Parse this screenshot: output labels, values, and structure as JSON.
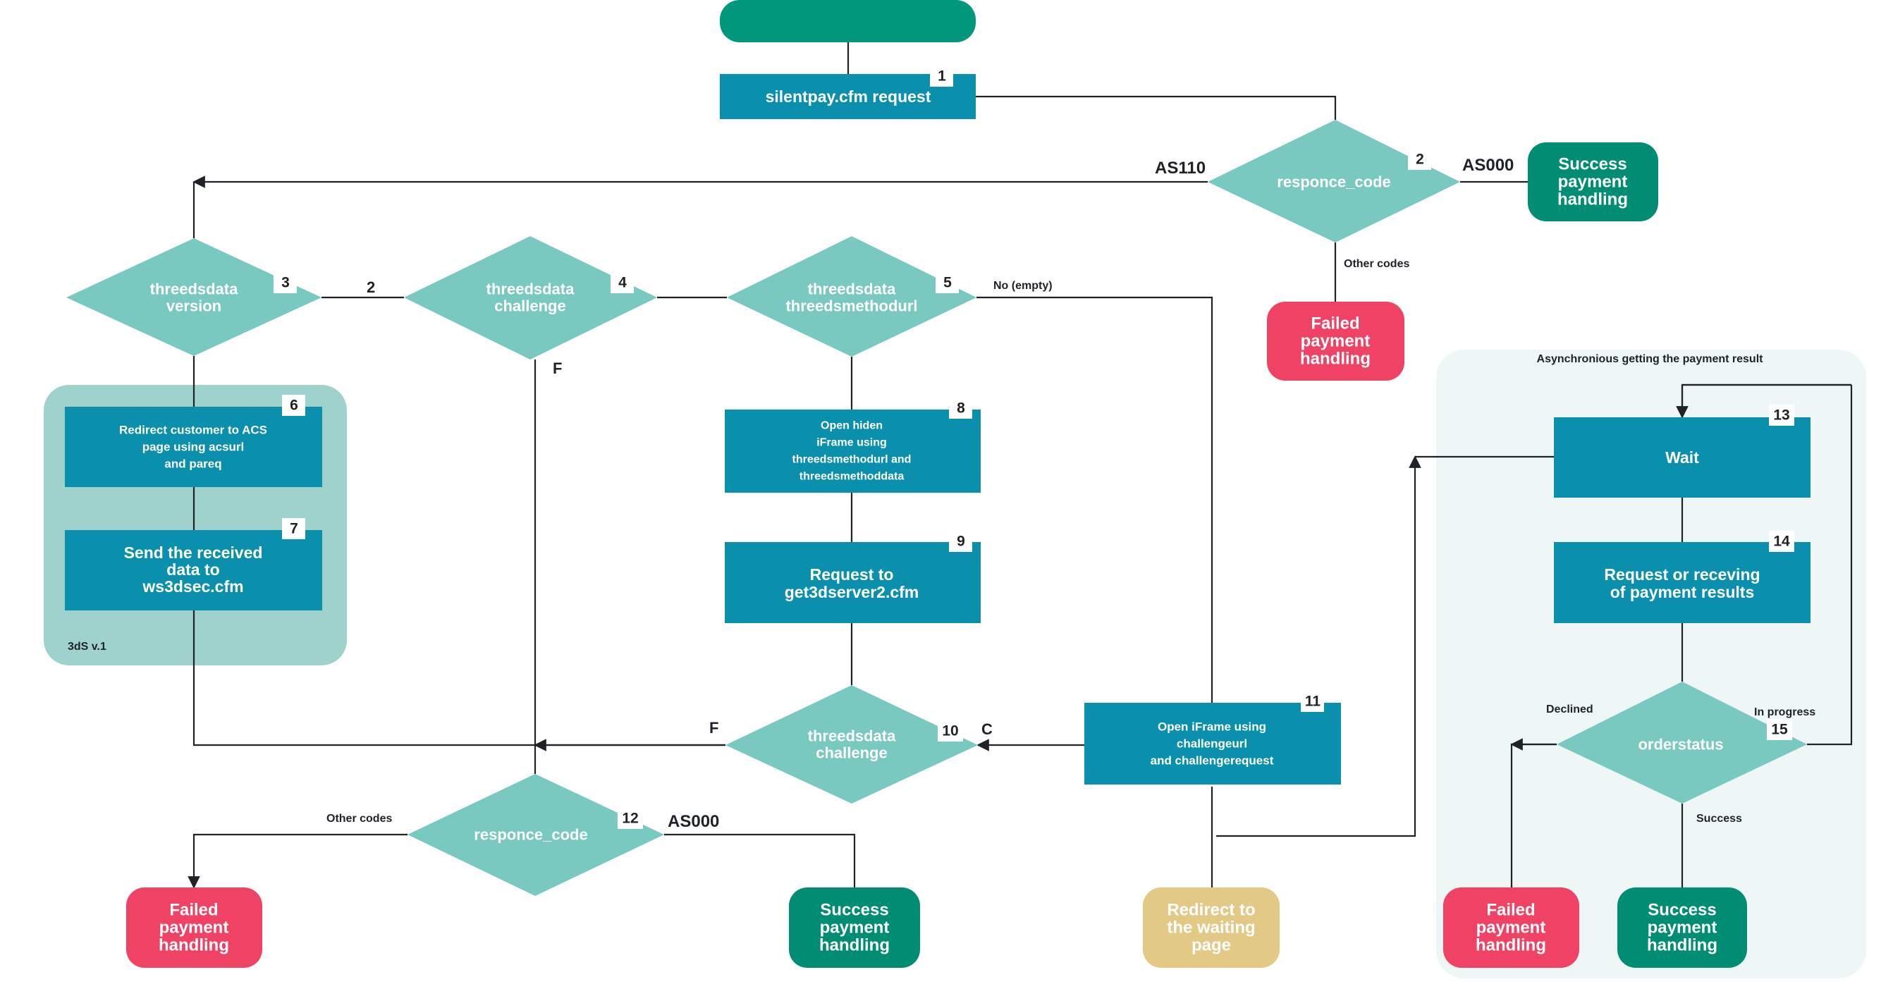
{
  "colors": {
    "process": "#0a8fad",
    "decision": "#79c9c1",
    "start": "#00977c",
    "success": "#008d73",
    "failed": "#ef4265",
    "waiting": "#e2c986",
    "group_3ds": "#9fd2cc",
    "group_async": "#eef7f5",
    "line": "#1f2328"
  },
  "steps": {
    "s1": {
      "text": "silentpay.cfm request",
      "num": "1"
    },
    "s2": {
      "text": "responce_code",
      "num": "2"
    },
    "s3": {
      "line1": "threedsdata",
      "line2": "version",
      "num": "3"
    },
    "s4": {
      "line1": "threedsdata",
      "line2": "challenge",
      "num": "4"
    },
    "s5": {
      "line1": "threedsdata",
      "line2": "threedsmethodurl",
      "num": "5"
    },
    "s6": {
      "line1": "Redirect customer to ACS",
      "line2": "page using acsurl",
      "line3": "and pareq",
      "num": "6"
    },
    "s7": {
      "line1": "Send the received",
      "line2": "data to",
      "line3": "ws3dsec.cfm",
      "num": "7"
    },
    "s8": {
      "line1": "Open hiden",
      "line2": "iFrame using",
      "line3": "threedsmethodurl and",
      "line4": "threedsmethoddata",
      "num": "8"
    },
    "s9": {
      "line1": "Request to",
      "line2": "get3dserver2.cfm",
      "num": "9"
    },
    "s10": {
      "line1": "threedsdata",
      "line2": "challenge",
      "num": "10"
    },
    "s11": {
      "line1": "Open iFrame using",
      "line2": "challengeurl",
      "line3": "and challengerequest",
      "num": "11"
    },
    "s12": {
      "text": "responce_code",
      "num": "12"
    },
    "s13": {
      "text": "Wait",
      "num": "13"
    },
    "s14": {
      "line1": "Request or receving",
      "line2": "of payment results",
      "num": "14"
    },
    "s15": {
      "text": "orderstatus",
      "num": "15"
    }
  },
  "terminals": {
    "success_top": {
      "line1": "Success",
      "line2": "payment",
      "line3": "handling"
    },
    "failed_top": {
      "line1": "Failed",
      "line2": "payment",
      "line3": "handling"
    },
    "failed_bottom_left": {
      "line1": "Failed",
      "line2": "payment",
      "line3": "handling"
    },
    "success_bottom_mid": {
      "line1": "Success",
      "line2": "payment",
      "line3": "handling"
    },
    "redirect_waiting": {
      "line1": "Redirect to",
      "line2": "the waiting",
      "line3": "page"
    },
    "failed_bottom_right": {
      "line1": "Failed",
      "line2": "payment",
      "line3": "handling"
    },
    "success_bottom_right": {
      "line1": "Success",
      "line2": "payment",
      "line3": "handling"
    }
  },
  "groups": {
    "three_ds_v1": "3dS v.1",
    "async_title": "Asynchronious getting the payment result"
  },
  "edge_labels": {
    "as110": "AS110",
    "as000_top": "AS000",
    "other_codes_top": "Other codes",
    "version_2": "2",
    "f_challenge": "F",
    "no_empty": "No (empty)",
    "f_step10": "F",
    "c_step10": "C",
    "other_codes_bottom": "Other codes",
    "as000_bottom": "AS000",
    "declined": "Declined",
    "in_progress": "In progress",
    "success_status": "Success"
  }
}
